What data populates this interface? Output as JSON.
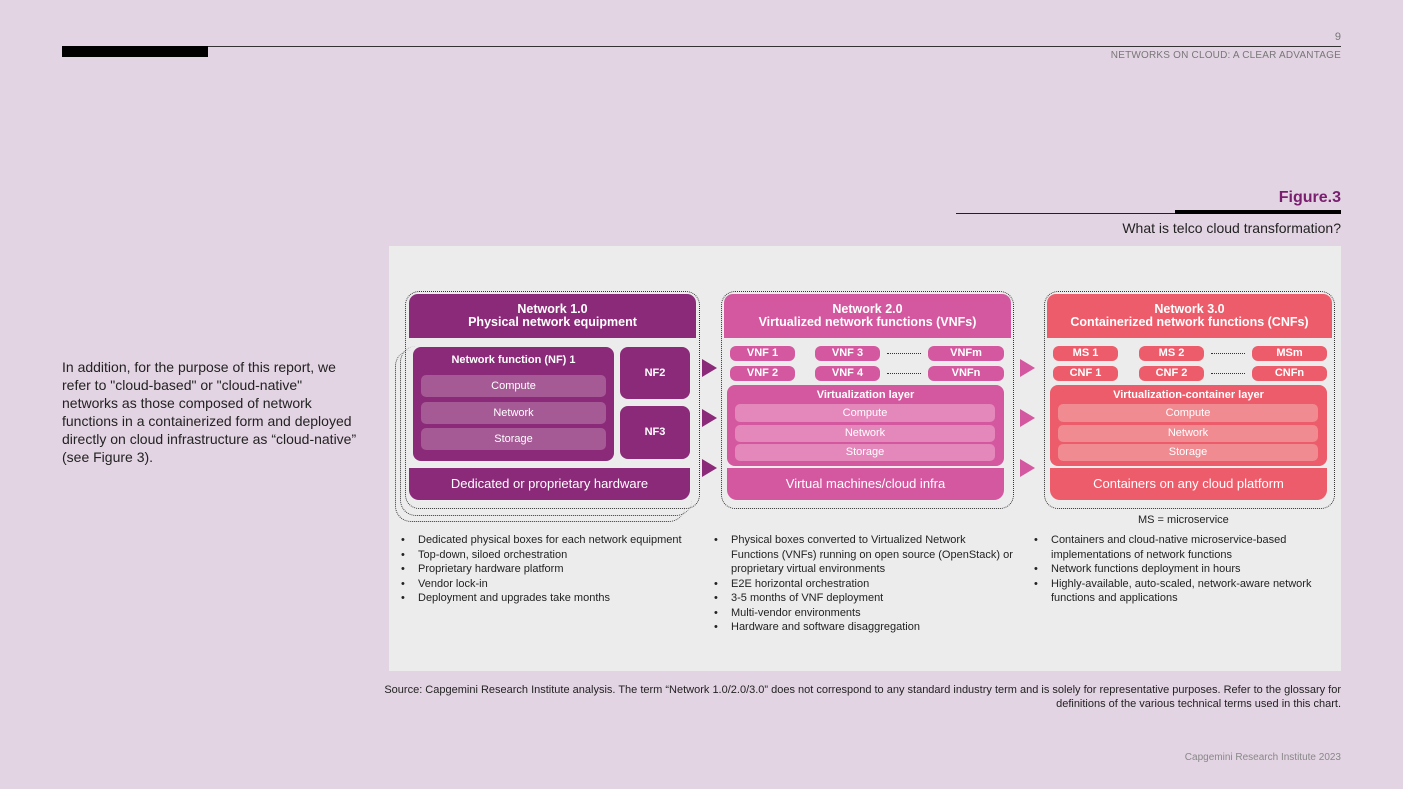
{
  "header": {
    "page_number": "9",
    "running_title": "NETWORKS ON CLOUD: A CLEAR ADVANTAGE"
  },
  "figure": {
    "label": "Figure.3",
    "subtitle": "What is telco cloud transformation?"
  },
  "body_text": "In addition, for the purpose of this report, we refer to \"cloud-based\" or \"cloud-native\" networks as those composed of network functions in a containerized form and deployed directly on cloud infrastructure as “cloud-native” (see Figure 3).",
  "colors": {
    "background": "#e3d4e3",
    "panel": "#ececec",
    "network1": "#8a2a78",
    "network1_light": "#a55a95",
    "network2": "#d4589f",
    "network2_light": "#e487bb",
    "network3": "#ec5c6a",
    "network3_light": "#f08b91",
    "accent_title": "#7a1e6f"
  },
  "diagram": {
    "network1": {
      "title": "Network 1.0",
      "subtitle": "Physical network equipment",
      "nf1_title": "Network function (NF) 1",
      "layers": [
        "Compute",
        "Network",
        "Storage"
      ],
      "nf2": "NF2",
      "nf3": "NF3",
      "footer": "Dedicated or proprietary hardware",
      "bullets": [
        "Dedicated physical boxes for each network equipment",
        "Top-down, siloed orchestration",
        "Proprietary hardware platform",
        "Vendor lock-in",
        "Deployment and upgrades take months"
      ]
    },
    "network2": {
      "title": "Network 2.0",
      "subtitle": "Virtualized network functions (VNFs)",
      "pills_row1": [
        "VNF 1",
        "VNF 3",
        "VNFm"
      ],
      "pills_row2": [
        "VNF 2",
        "VNF 4",
        "VNFn"
      ],
      "layer_title": "Virtualization layer",
      "layers": [
        "Compute",
        "Network",
        "Storage"
      ],
      "footer": "Virtual machines/cloud infra",
      "bullets": [
        "Physical boxes converted to Virtualized Network Functions (VNFs) running on open source (OpenStack) or proprietary virtual environments",
        "E2E horizontal orchestration",
        "3-5 months of VNF deployment",
        "Multi-vendor environments",
        "Hardware and software disaggregation"
      ]
    },
    "network3": {
      "title": "Network 3.0",
      "subtitle": "Containerized network functions (CNFs)",
      "pills_row1": [
        "MS 1",
        "MS 2",
        "MSm"
      ],
      "pills_row2": [
        "CNF 1",
        "CNF 2",
        "CNFn"
      ],
      "layer_title": "Virtualization-container layer",
      "layers": [
        "Compute",
        "Network",
        "Storage"
      ],
      "footer": "Containers on any cloud platform",
      "note": "MS = microservice",
      "bullets": [
        "Containers and cloud-native microservice-based implementations of network functions",
        "Network functions deployment in hours",
        "Highly-available, auto-scaled, network-aware network functions and applications"
      ]
    }
  },
  "source": "Source: Capgemini Research Institute analysis. The term “Network 1.0/2.0/3.0” does not correspond to any standard industry term and is solely for representative purposes. Refer to the glossary for definitions of the various technical terms used in this chart.",
  "footer": "Capgemini Research Institute 2023"
}
